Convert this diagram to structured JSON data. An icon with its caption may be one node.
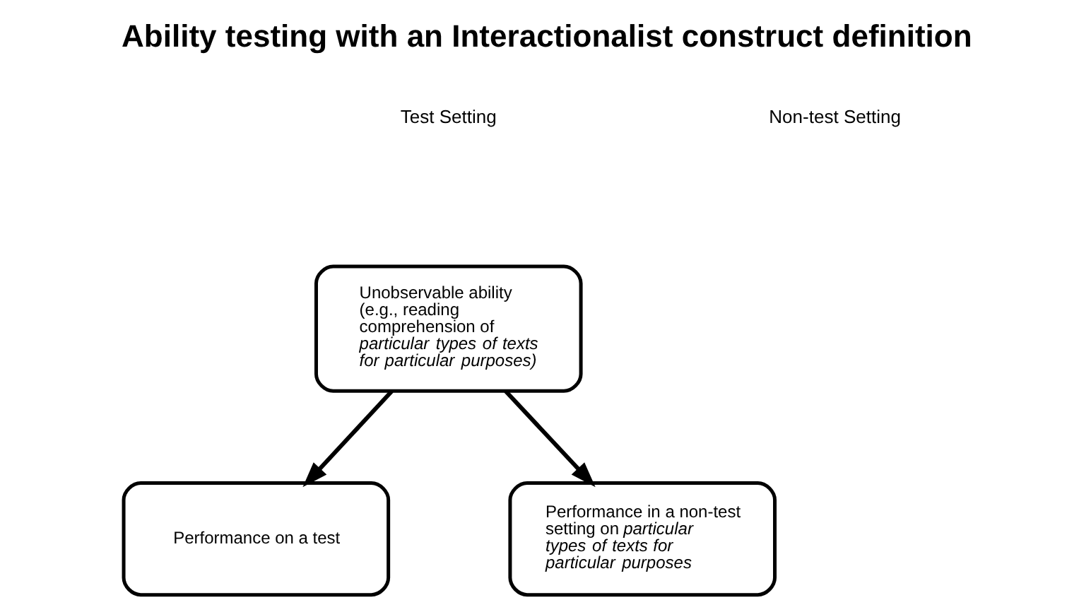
{
  "diagram": {
    "title": "Ability testing with an Interactionalist construct definition",
    "nodes": [
      {
        "text": [
          "Unobservable ability (e.g., reading comprehension of *particular types of texts for particular purposes)*"
        ]
      },
      {
        "text": [
          "Performance on a test"
        ]
      },
      {
        "text": [
          "Performance in a non-test setting on *particular types of texts for particular purposes*"
        ]
      }
    ],
    "edges": [
      {
        "from": 0,
        "to": 1,
        "arrow": "to"
      },
      {
        "from": 0,
        "to": 2,
        "arrow": "to"
      }
    ],
    "labels": [
      "Test Setting",
      "Non-test Setting"
    ]
  }
}
